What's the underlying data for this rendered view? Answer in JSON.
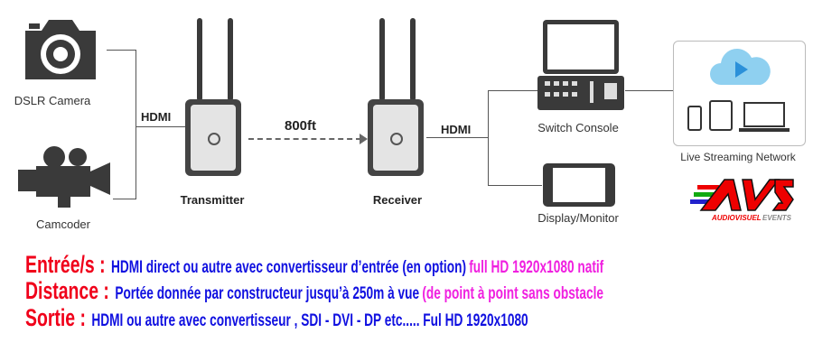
{
  "diagram": {
    "sources": [
      {
        "label": "DSLR Camera",
        "icon": "camera-icon"
      },
      {
        "label": "Camcoder",
        "icon": "camcorder-icon"
      }
    ],
    "link1_label": "HDMI",
    "transmitter_label": "Transmitter",
    "distance_label": "800ft",
    "receiver_label": "Receiver",
    "link2_label": "HDMI",
    "switch_label": "Switch Console",
    "display_label": "Display/Monitor",
    "streaming_label": "Live Streaming Network",
    "logo_text": "AVS AUDIOVISUEL EVENTS"
  },
  "specs": [
    {
      "key": "Entrée/s :",
      "value": "HDMI direct ou autre avec convertisseur d’entrée (en option)",
      "extra": "full HD 1920x1080 natif"
    },
    {
      "key": "Distance :",
      "value": "Portée donnée par constructeur  jusqu’à 250m à vue",
      "extra": "(de point à point sans obstacle"
    },
    {
      "key": "Sortie :",
      "value": "HDMI ou autre avec convertisseur , SDI - DVI - DP etc..... Ful HD 1920x1080",
      "extra": ""
    }
  ],
  "colors": {
    "key": "#f0001a",
    "value": "#1010e0",
    "extra": "#f020e0"
  }
}
